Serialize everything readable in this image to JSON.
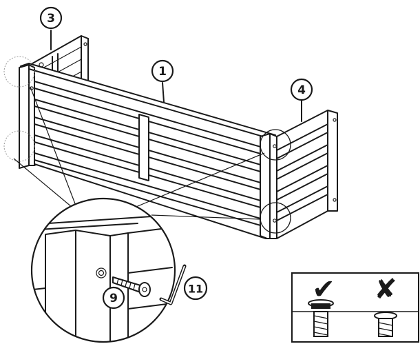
{
  "callouts": {
    "part_1": "1",
    "part_3": "3",
    "part_4": "4",
    "part_9": "9",
    "part_11": "11"
  },
  "note_box": {
    "correct_mark": "✔",
    "wrong_mark": "✘"
  },
  "colors": {
    "line": "#1a1a1a",
    "dotted": "#9a9a9a",
    "background": "#ffffff"
  },
  "icons": [
    "hex-key-icon",
    "screw-icon",
    "check-icon",
    "cross-icon"
  ]
}
